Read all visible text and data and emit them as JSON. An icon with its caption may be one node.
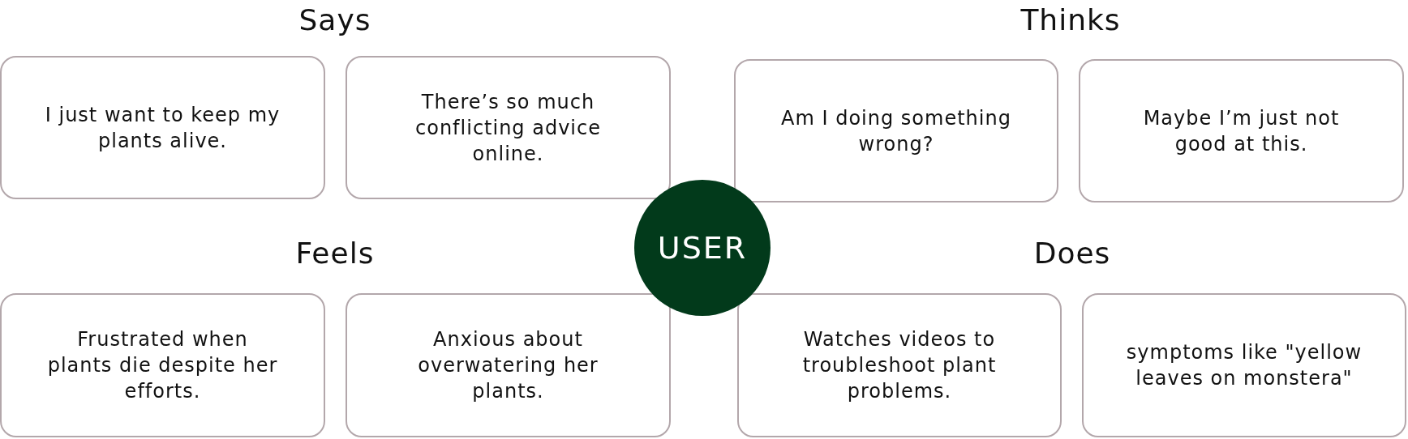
{
  "diagram": {
    "nodes": [
      {
        "text": [
          "I just want to keep my plants alive."
        ]
      },
      {
        "text": [
          "There’s so much conflicting advice online."
        ]
      },
      {
        "text": [
          "Am I doing something wrong?"
        ]
      },
      {
        "text": [
          "Maybe I’m just not good at this."
        ]
      },
      {
        "text": [
          "USER"
        ]
      },
      {
        "text": [
          "Frustrated when plants die despite her efforts."
        ]
      },
      {
        "text": [
          "Anxious about overwatering her plants."
        ]
      },
      {
        "text": [
          "Watches videos to troubleshoot plant problems."
        ]
      },
      {
        "text": [
          "symptoms like \"yellow leaves on monstera\""
        ]
      }
    ],
    "labels": [
      "Says",
      "Thinks",
      "Feels",
      "Does"
    ]
  }
}
